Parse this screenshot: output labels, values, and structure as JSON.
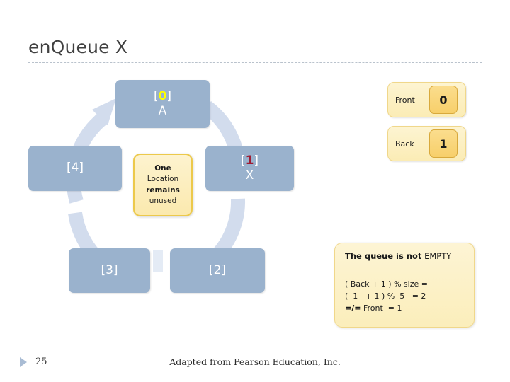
{
  "slide": {
    "title": "enQueue X",
    "page_number": "25",
    "credit": "Adapted from Pearson Education, Inc.",
    "bullet_icon": "triangle-right-icon"
  },
  "diagram": {
    "type": "circular-queue",
    "cycle_icon": "circular-arrows-icon",
    "slots": [
      {
        "index": "[0]",
        "value": "A",
        "highlight": "yellow",
        "name": "slot-0"
      },
      {
        "index": "[1]",
        "value": "X",
        "highlight": "red",
        "name": "slot-1"
      },
      {
        "index": "[2]",
        "value": "",
        "highlight": "none",
        "name": "slot-2"
      },
      {
        "index": "[3]",
        "value": "",
        "highlight": "none",
        "name": "slot-3"
      },
      {
        "index": "[4]",
        "value": "",
        "highlight": "none",
        "name": "slot-4"
      }
    ],
    "note": {
      "line1": "One",
      "line2": "Location",
      "line3": "remains",
      "line4": "unused"
    }
  },
  "pointers": [
    {
      "label": "Front",
      "value": "0",
      "name": "pointer-front"
    },
    {
      "label": "Back",
      "value": "1",
      "name": "pointer-back"
    }
  ],
  "callout": {
    "header_bold": "The queue is not",
    "header_plain": "EMPTY",
    "formula_line1": "( Back + 1 ) % size =",
    "formula_line2": "(  1   + 1 ) %  5   = 2",
    "formula_line3_bold": "=/=",
    "formula_line3_rest": " Front  = 1"
  },
  "colors": {
    "slot_fill": "#9ab2cd",
    "arc_fill": "#d2dced",
    "note_fill": "#fbe9ae",
    "note_border": "#ecc94b",
    "pointer_fill": "#fbecb5",
    "pointer_cell": "#f7cf6a",
    "highlight_yellow": "#ffff00",
    "highlight_red": "#9e1b32",
    "title_color": "#404040",
    "rule_color": "#b9c2cc"
  }
}
